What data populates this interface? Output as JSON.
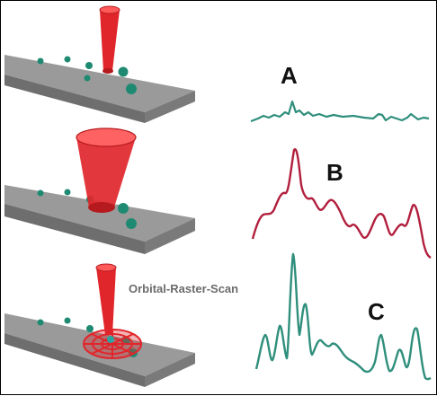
{
  "labels": {
    "a": "A",
    "b": "B",
    "c": "C",
    "caption": "Orbital-Raster-Scan"
  },
  "colors": {
    "beam": "#e0262b",
    "beam_dark": "#a81419",
    "plate_top": "#9a9a9a",
    "plate_side": "#6e6e6e",
    "particle": "#1f8a72",
    "trace_a": "#2f8f7c",
    "trace_b": "#b11f3d",
    "trace_c": "#2f8f7c"
  },
  "icons": [
    "laser-beam-narrow",
    "laser-beam-wide",
    "orbital-scan-pattern"
  ]
}
